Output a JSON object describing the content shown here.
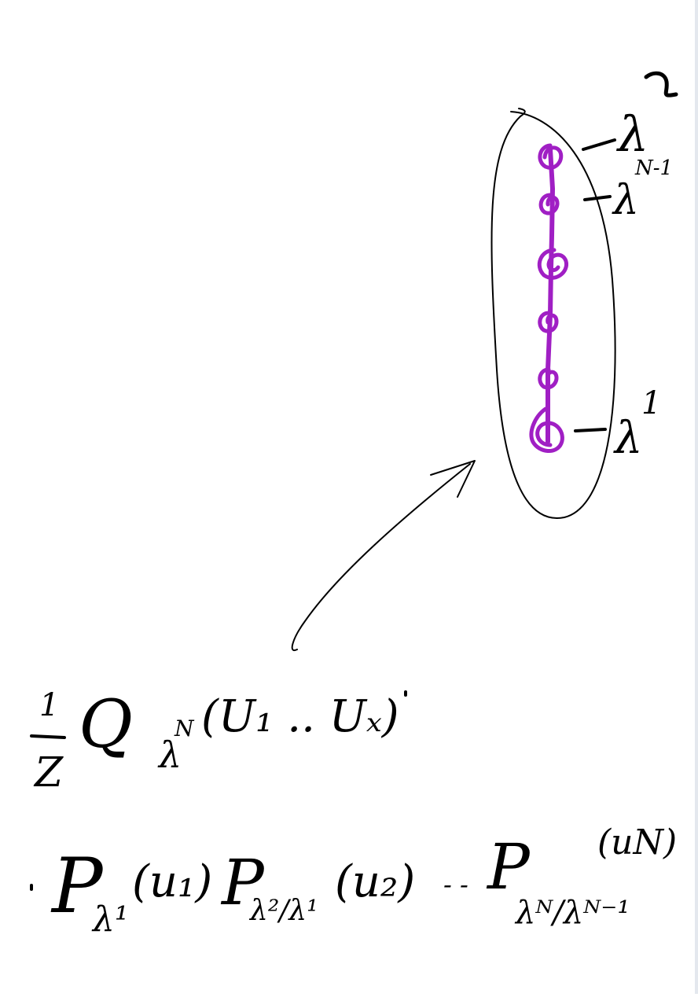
{
  "whiteboard": {
    "ink_color": "#000000",
    "accent_color": "#a01fc4",
    "label_top_superscript": "N",
    "label_top_lambda": "λ",
    "label_second_lambda": "λ",
    "label_second_superscript": "N-1",
    "label_bottom_lambda": "λ",
    "label_bottom_superscript": "1",
    "formula_fraction_numerator": "1",
    "formula_fraction_denominator": "Z",
    "formula_Q": "Q",
    "formula_Q_sub": "λ",
    "formula_Q_sup": "N",
    "formula_Q_args": "(U₁ .. Uₓ)",
    "formula_P1": "P",
    "formula_P1_sub": "λ¹",
    "formula_P1_args": "(u₁)",
    "formula_P2": "P",
    "formula_P2_sub": "λ²/λ¹",
    "formula_P2_args": "(u₂)",
    "formula_ellipsis": "- -",
    "formula_PN": "P",
    "formula_PN_sub": "λᴺ/λᴺ⁻¹",
    "formula_PN_args": "(uN)"
  }
}
